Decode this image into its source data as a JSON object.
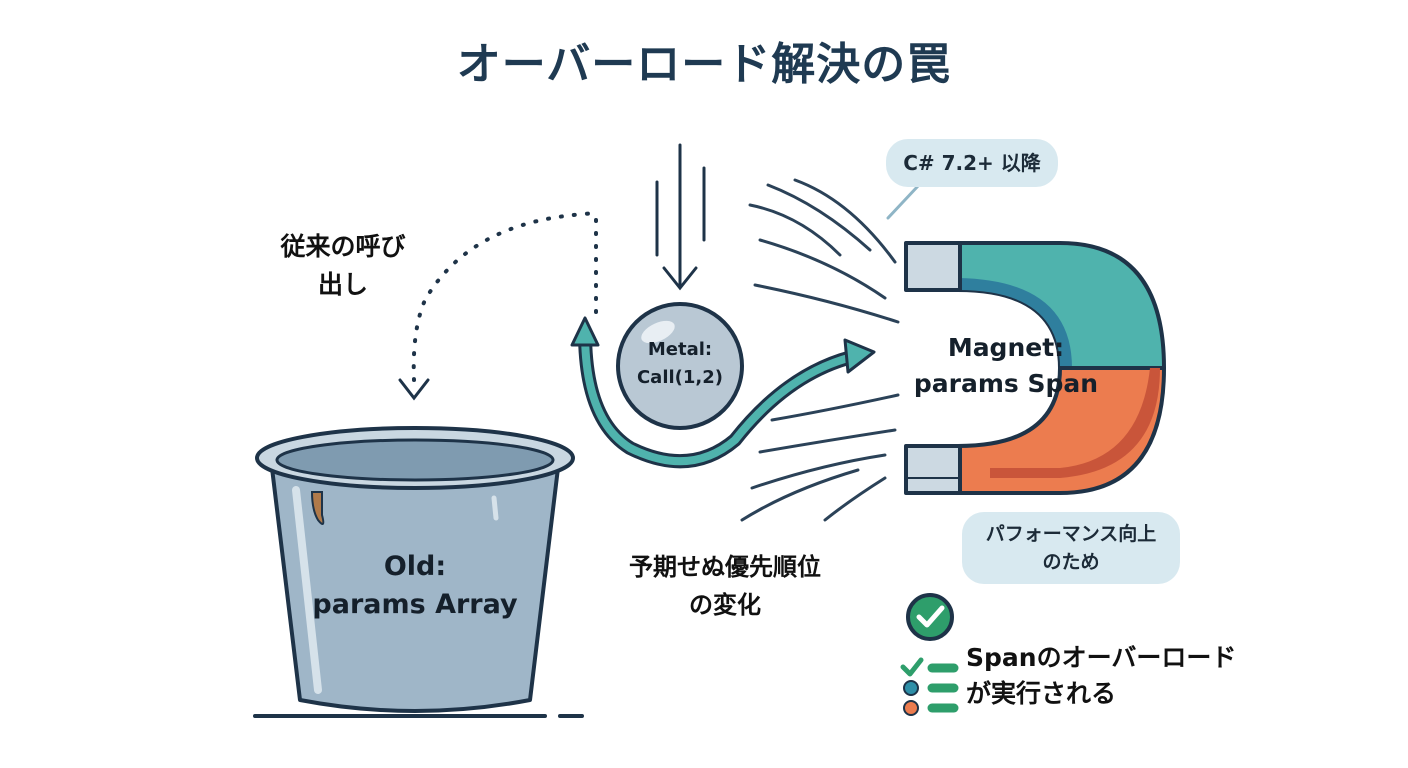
{
  "title": "オーバーロード解決の罠",
  "labels": {
    "conventional_call": "従来の呼び出し",
    "conventional_line1": "従来の呼び",
    "conventional_line2": "出し",
    "old_line1": "Old:",
    "old_line2": "params Array",
    "metal_line1": "Metal:",
    "metal_line2": "Call(1,2)",
    "magnet_line1": "Magnet:",
    "magnet_line2": "params Span",
    "unexpected_line1": "予期せぬ優先順位",
    "unexpected_line2": "の変化",
    "csharp_version": "C# 7.2+ 以降",
    "perf_line1": "パフォーマンス向上",
    "perf_line2": "のため",
    "exec_line1": "Spanのオーバーロード",
    "exec_line2": "が実行される"
  },
  "icons": {
    "check": "checkmark-circle-icon",
    "list": "checklist-icon"
  },
  "colors": {
    "title": "#1f3a52",
    "outline": "#1e3348",
    "teal": "#4fb3ad",
    "teal_dark": "#2f8f8c",
    "orange": "#ec7c4f",
    "bucket": "#9fb6c8",
    "pill": "#d8e9f0",
    "check_green": "#2e9e6b"
  }
}
